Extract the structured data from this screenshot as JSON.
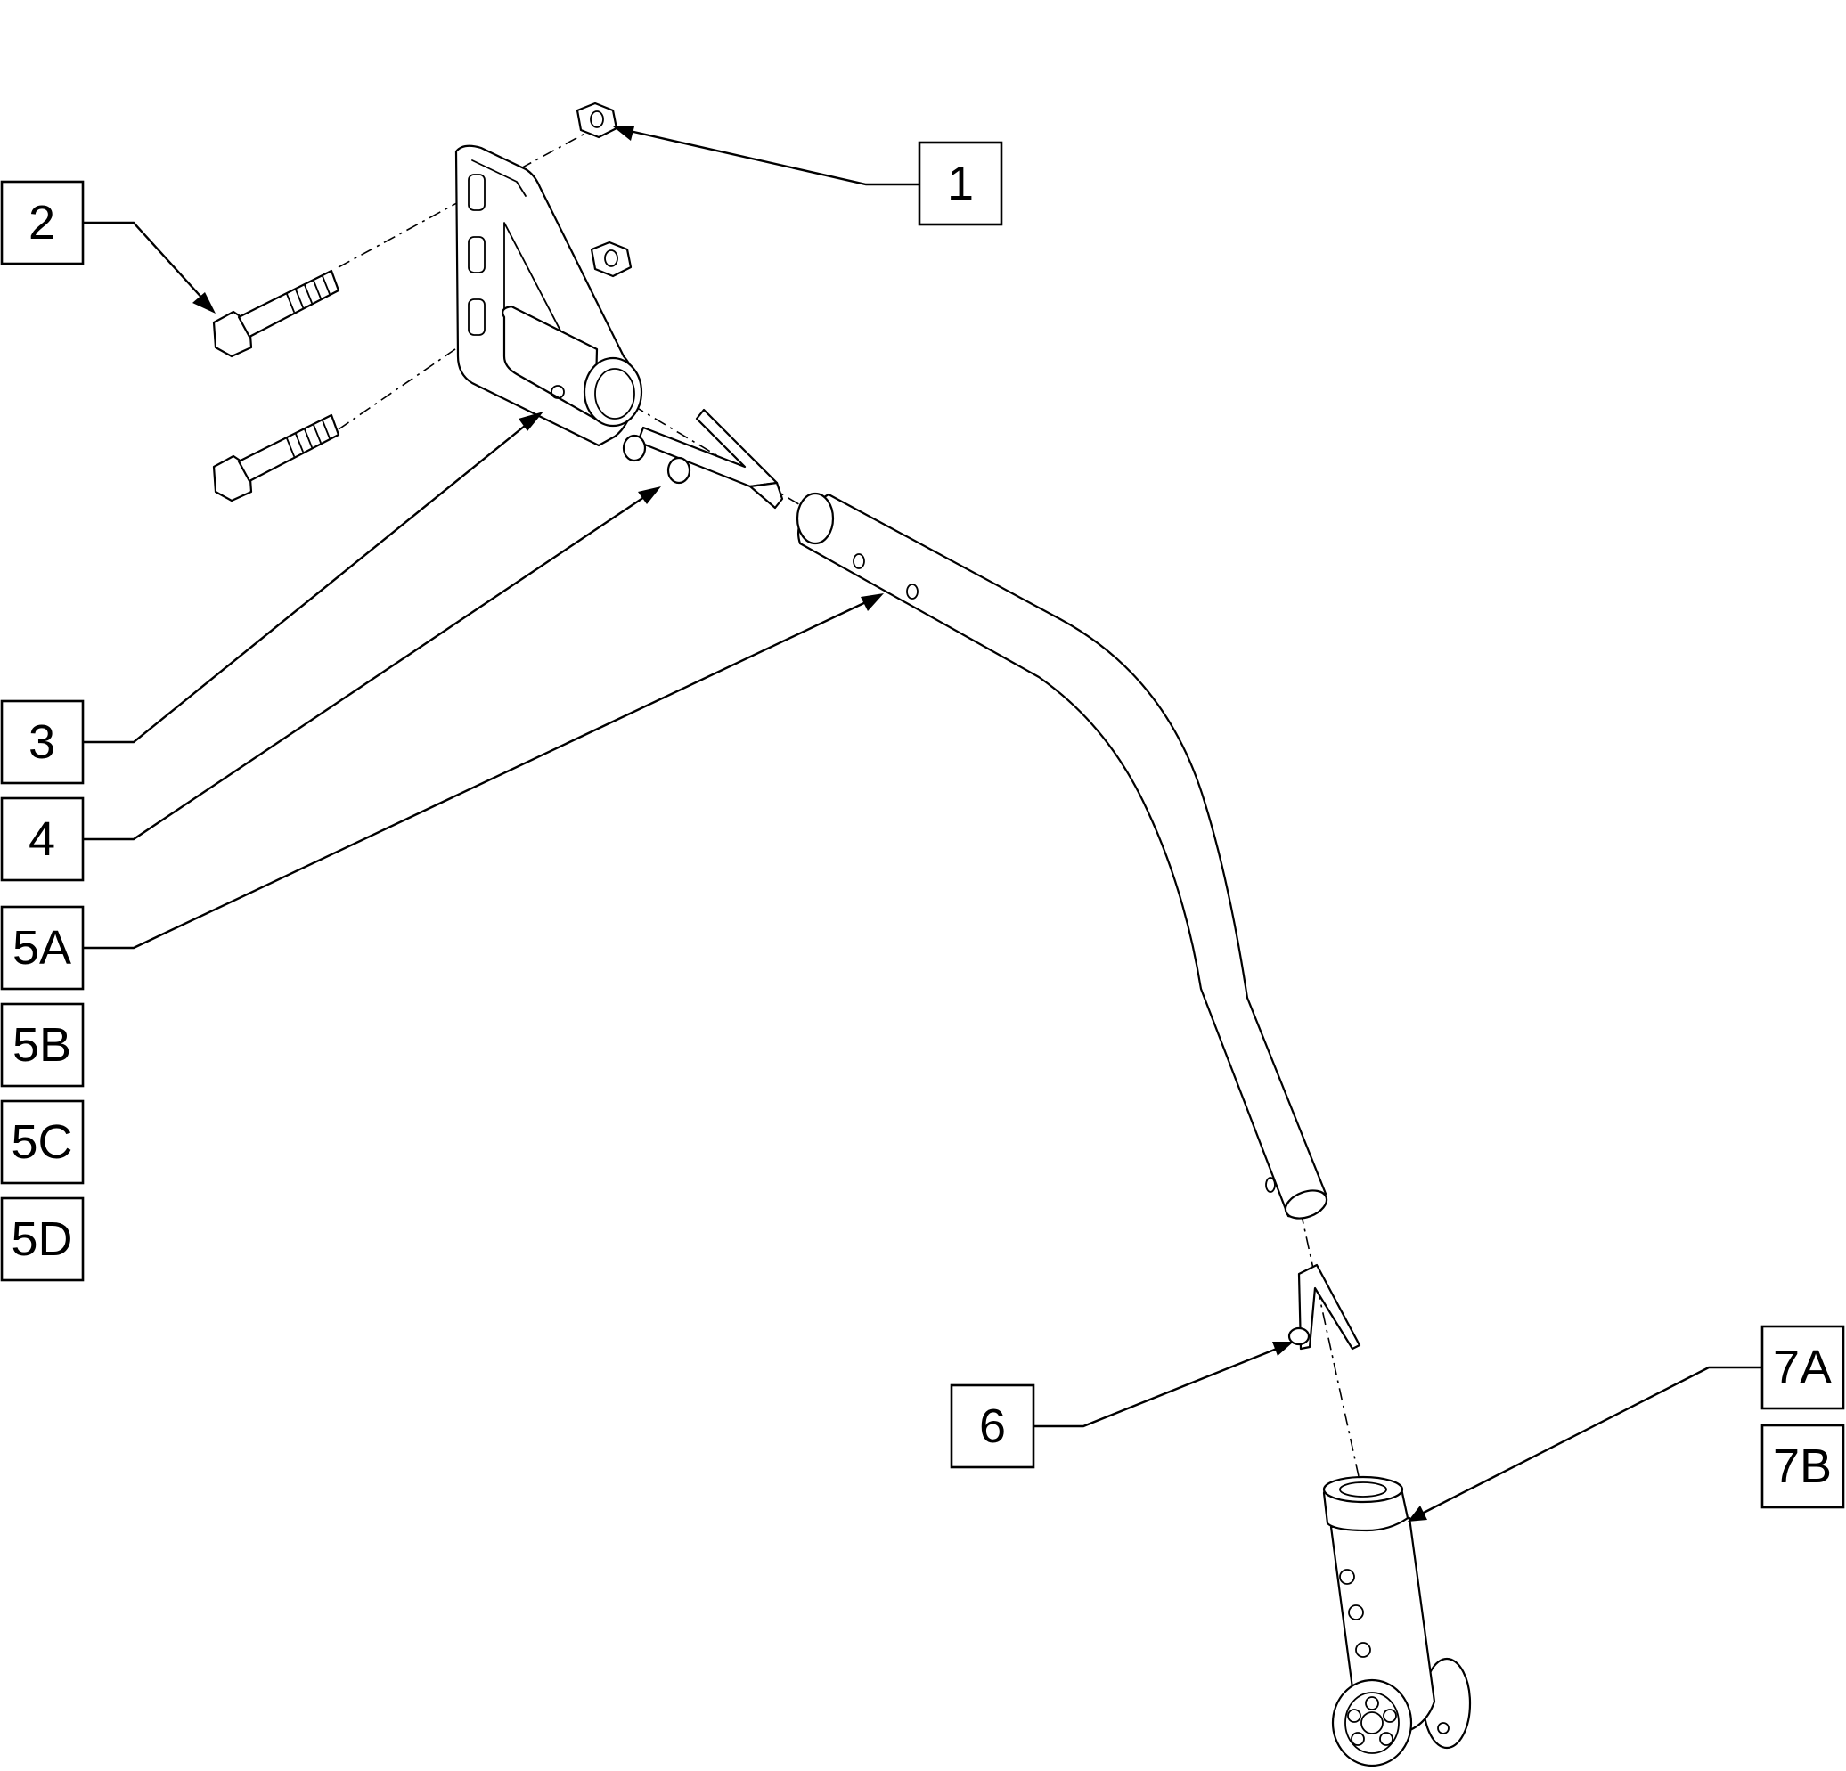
{
  "callouts": {
    "c1": "1",
    "c2": "2",
    "c3": "3",
    "c4": "4",
    "c5a": "5A",
    "c5b": "5B",
    "c5c": "5C",
    "c5d": "5D",
    "c6": "6",
    "c7a": "7A",
    "c7b": "7B"
  },
  "colors": {
    "line": "#000000",
    "background": "#ffffff"
  }
}
